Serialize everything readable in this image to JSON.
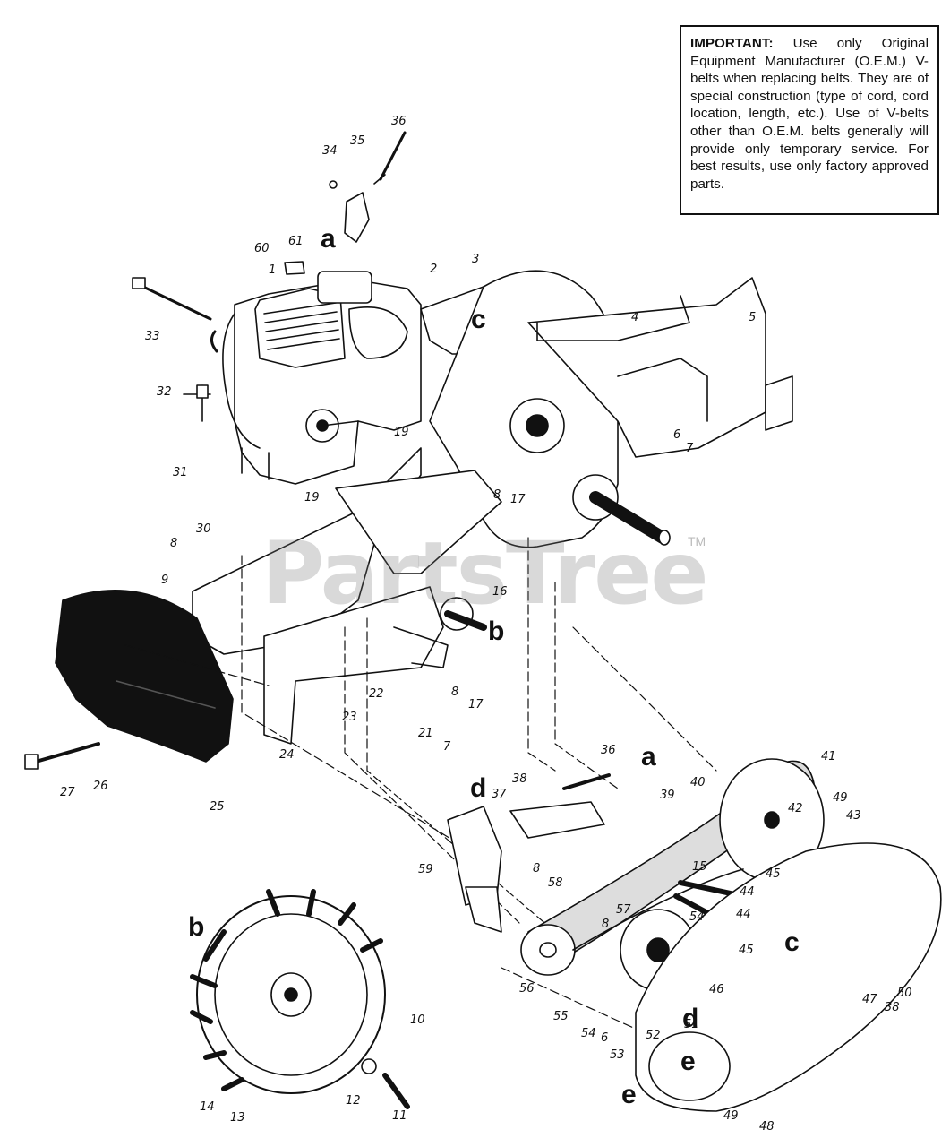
{
  "note": {
    "heading": "IMPORTANT:",
    "body": "Use only Original Equipment Manufacturer (O.E.M.) V-belts when replacing belts. They are of special construction (type of cord, cord location, length, etc.). Use of V-belts other than O.E.M. belts generally will provide only temporary service. For best results, use only factory approved parts."
  },
  "watermark": {
    "text": "PartsTree",
    "tm": "TM"
  },
  "part_labels": [
    {
      "id": "p36a",
      "text": "36"
    },
    {
      "id": "p35",
      "text": "35"
    },
    {
      "id": "p34",
      "text": "34"
    },
    {
      "id": "p60",
      "text": "60"
    },
    {
      "id": "p61",
      "text": "61"
    },
    {
      "id": "p1",
      "text": "1"
    },
    {
      "id": "p33",
      "text": "33"
    },
    {
      "id": "p32",
      "text": "32"
    },
    {
      "id": "p3",
      "text": "3"
    },
    {
      "id": "p2",
      "text": "2"
    },
    {
      "id": "p4",
      "text": "4"
    },
    {
      "id": "p5",
      "text": "5"
    },
    {
      "id": "p6a",
      "text": "6"
    },
    {
      "id": "p7a",
      "text": "7"
    },
    {
      "id": "p19a",
      "text": "19"
    },
    {
      "id": "p8a",
      "text": "8"
    },
    {
      "id": "p17a",
      "text": "17"
    },
    {
      "id": "p31",
      "text": "31"
    },
    {
      "id": "p19b",
      "text": "19"
    },
    {
      "id": "p30",
      "text": "30"
    },
    {
      "id": "p8b",
      "text": "8"
    },
    {
      "id": "p9",
      "text": "9"
    },
    {
      "id": "p16",
      "text": "16"
    },
    {
      "id": "p22",
      "text": "22"
    },
    {
      "id": "p23",
      "text": "23"
    },
    {
      "id": "p8c",
      "text": "8"
    },
    {
      "id": "p17b",
      "text": "17"
    },
    {
      "id": "p21",
      "text": "21"
    },
    {
      "id": "p7b",
      "text": "7"
    },
    {
      "id": "p24",
      "text": "24"
    },
    {
      "id": "p27",
      "text": "27"
    },
    {
      "id": "p26",
      "text": "26"
    },
    {
      "id": "p25",
      "text": "25"
    },
    {
      "id": "p36b",
      "text": "36"
    },
    {
      "id": "p38a",
      "text": "38"
    },
    {
      "id": "p37",
      "text": "37"
    },
    {
      "id": "p39",
      "text": "39"
    },
    {
      "id": "p40",
      "text": "40"
    },
    {
      "id": "p41",
      "text": "41"
    },
    {
      "id": "p42",
      "text": "42"
    },
    {
      "id": "p49a",
      "text": "49"
    },
    {
      "id": "p43",
      "text": "43"
    },
    {
      "id": "p59",
      "text": "59"
    },
    {
      "id": "p8d",
      "text": "8"
    },
    {
      "id": "p58",
      "text": "58"
    },
    {
      "id": "p15",
      "text": "15"
    },
    {
      "id": "p44a",
      "text": "44"
    },
    {
      "id": "p45a",
      "text": "45"
    },
    {
      "id": "p44b",
      "text": "44"
    },
    {
      "id": "p57",
      "text": "57"
    },
    {
      "id": "p54a",
      "text": "54"
    },
    {
      "id": "p8e",
      "text": "8"
    },
    {
      "id": "p45b",
      "text": "45"
    },
    {
      "id": "p56",
      "text": "56"
    },
    {
      "id": "p55",
      "text": "55"
    },
    {
      "id": "p46",
      "text": "46"
    },
    {
      "id": "p54b",
      "text": "54"
    },
    {
      "id": "p6b",
      "text": "6"
    },
    {
      "id": "p51",
      "text": "51"
    },
    {
      "id": "p52",
      "text": "52"
    },
    {
      "id": "p53",
      "text": "53"
    },
    {
      "id": "p50",
      "text": "50"
    },
    {
      "id": "p47",
      "text": "47"
    },
    {
      "id": "p38b",
      "text": "38"
    },
    {
      "id": "p10",
      "text": "10"
    },
    {
      "id": "p12",
      "text": "12"
    },
    {
      "id": "p11",
      "text": "11"
    },
    {
      "id": "p14",
      "text": "14"
    },
    {
      "id": "p13",
      "text": "13"
    },
    {
      "id": "p49b",
      "text": "49"
    },
    {
      "id": "p48",
      "text": "48"
    }
  ],
  "ref_letters": [
    {
      "id": "ra1",
      "text": "a"
    },
    {
      "id": "rc1",
      "text": "c"
    },
    {
      "id": "rb1",
      "text": "b"
    },
    {
      "id": "ra2",
      "text": "a"
    },
    {
      "id": "rd1",
      "text": "d"
    },
    {
      "id": "rb2",
      "text": "b"
    },
    {
      "id": "rc2",
      "text": "c"
    },
    {
      "id": "rd2",
      "text": "d"
    },
    {
      "id": "re1",
      "text": "e"
    },
    {
      "id": "re2",
      "text": "e"
    }
  ]
}
